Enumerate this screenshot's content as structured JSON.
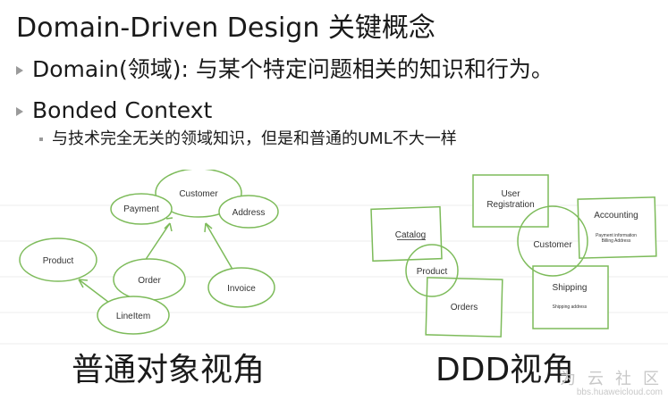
{
  "slide": {
    "title": "Domain-Driven Design 关键概念",
    "bullets": [
      "Domain(领域): 与某个特定问题相关的知识和行为。",
      "Bonded Context"
    ],
    "sub_bullet": "与技术完全无关的领域知识，但是和普通的UML不大一样",
    "left_label": "普通对象视角",
    "right_label": "DDD视角"
  },
  "left_diagram": {
    "nodes": [
      "Customer",
      "Payment",
      "Address",
      "Product",
      "Order",
      "Invoice",
      "LineItem"
    ]
  },
  "right_diagram": {
    "boxes": [
      "User Registration",
      "Accounting",
      "Catalog",
      "Orders",
      "Shipping"
    ],
    "accounting_detail": [
      "Payment information",
      "Billing Address"
    ],
    "shipping_detail": "Shipping address",
    "circles": [
      "Customer",
      "Product"
    ]
  },
  "watermark": {
    "brand": "为 云 社 区",
    "url": "bbs.huaweicloud.com"
  },
  "colors": {
    "diagram_green": "#7dbb5a",
    "text": "#1a1a1a"
  }
}
